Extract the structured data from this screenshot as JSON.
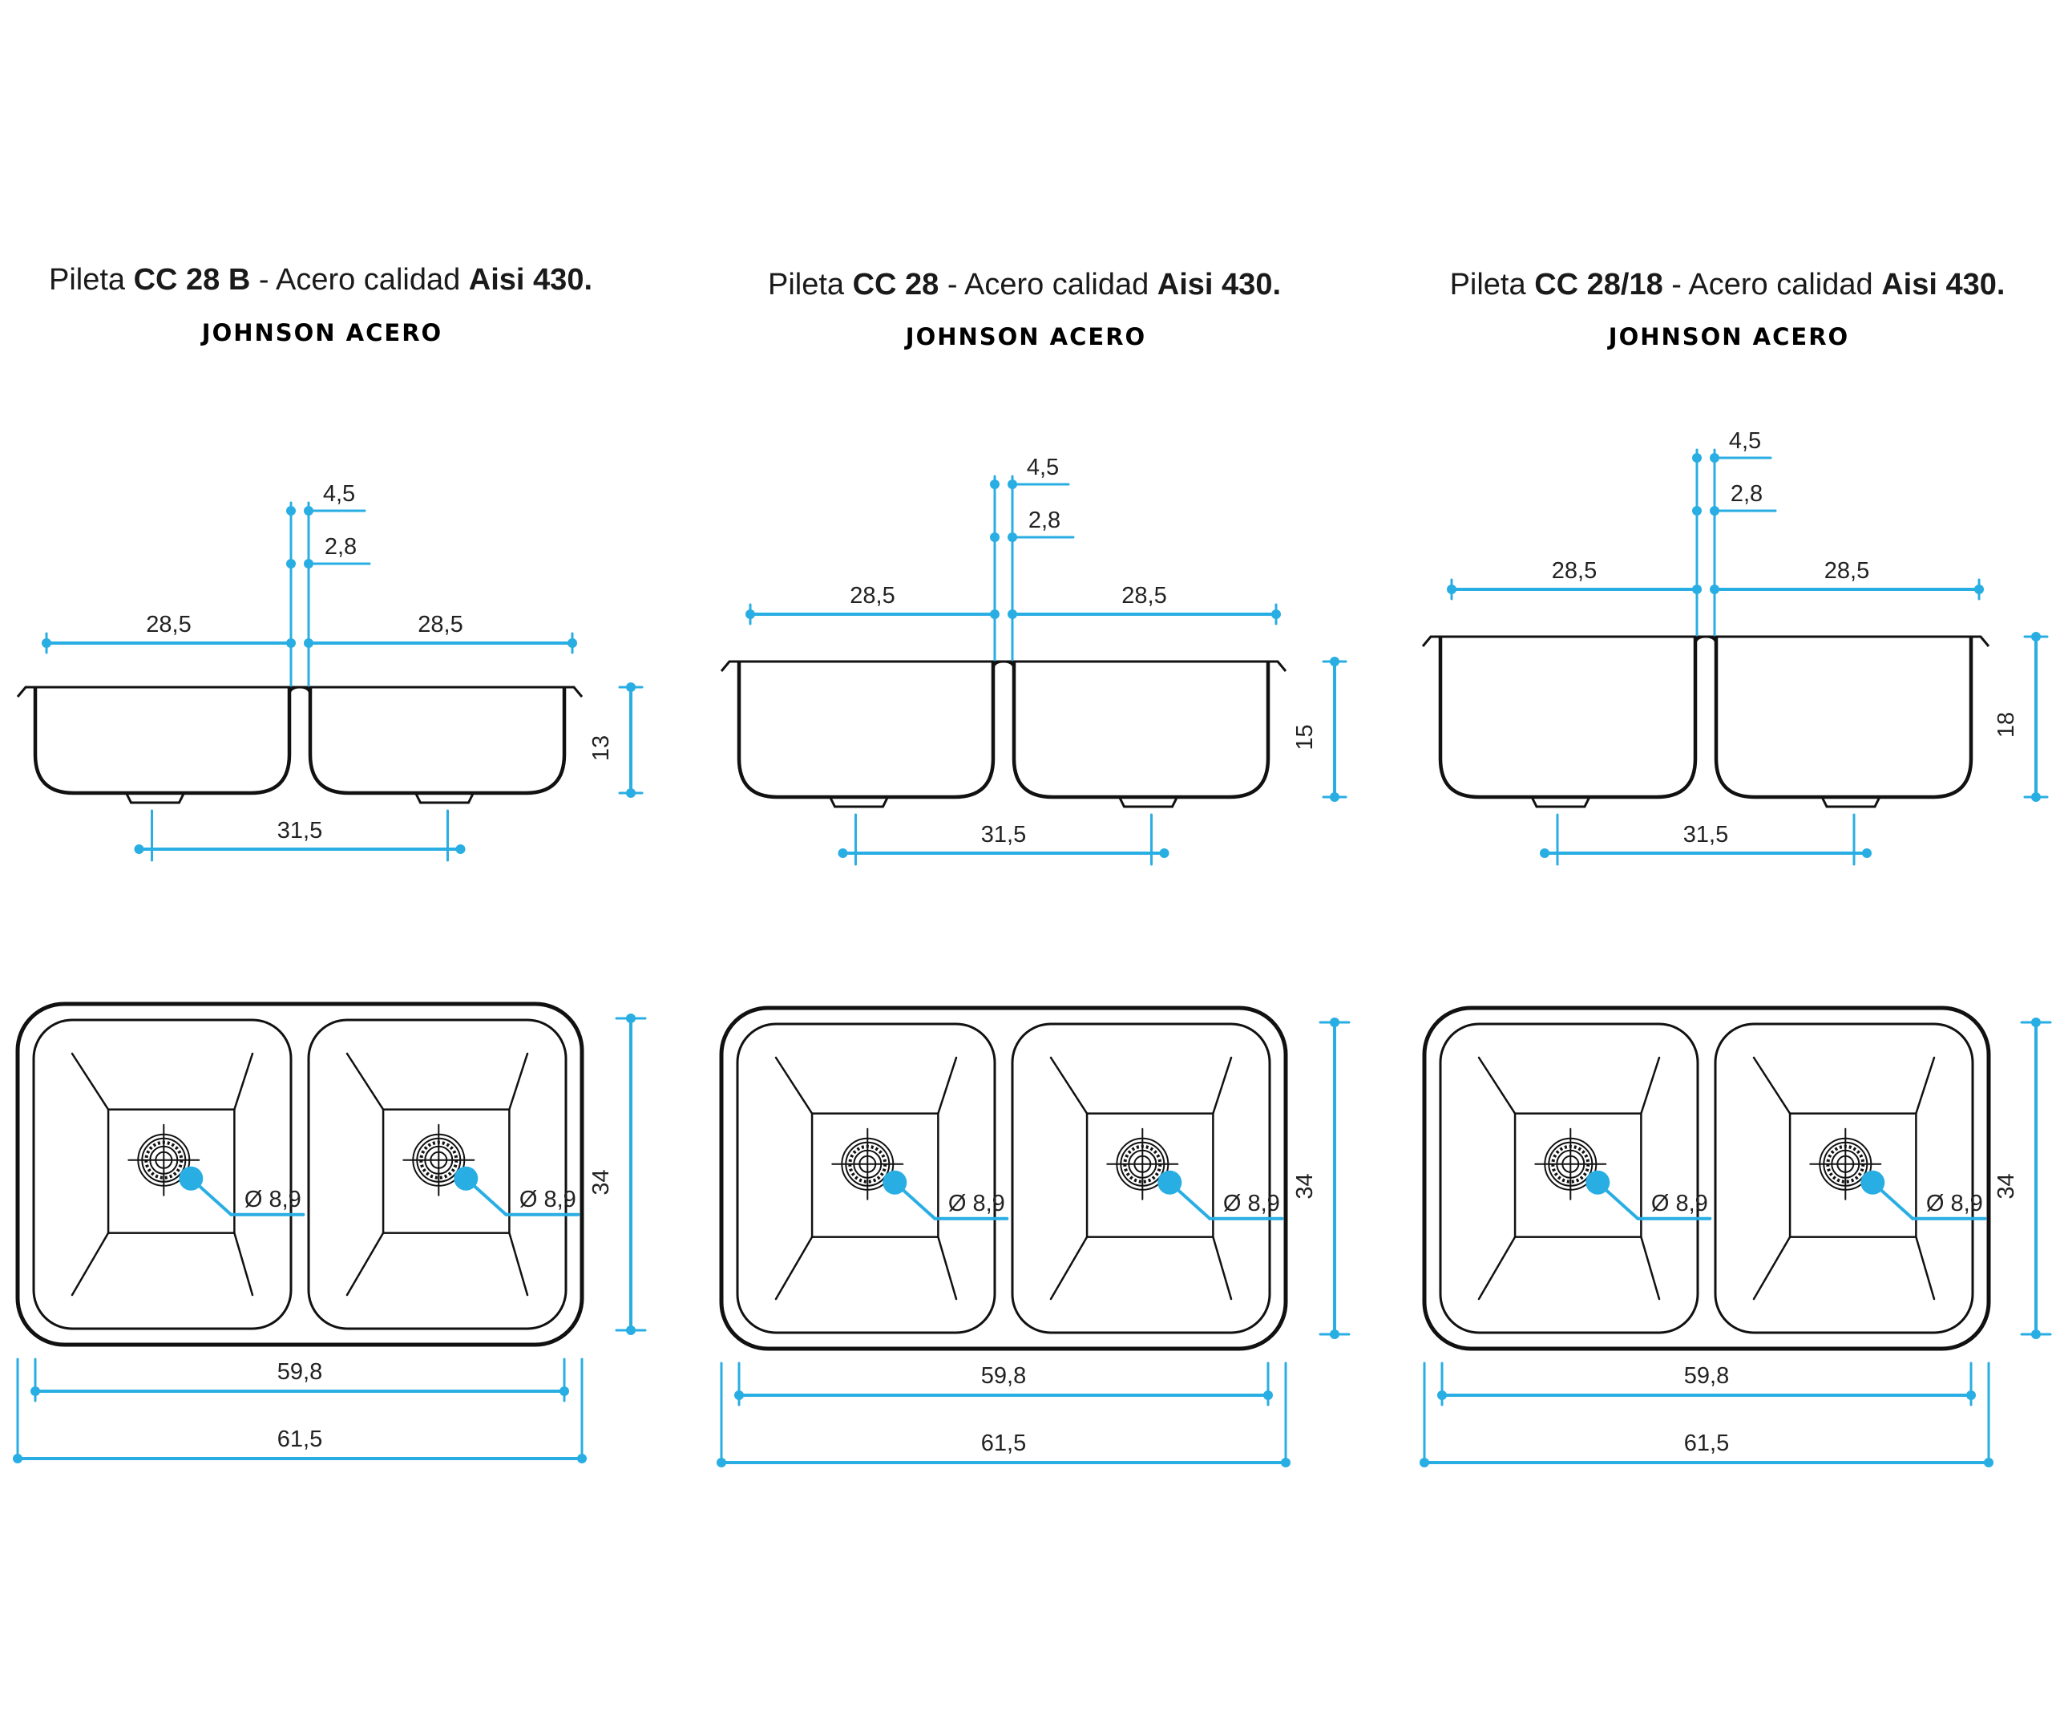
{
  "colors": {
    "dimension": "#29aee3",
    "outline": "#111111",
    "text": "#222222"
  },
  "sinks": [
    {
      "title": {
        "prefix": "Pileta ",
        "model": "CC 28 B",
        "mid": " - Acero calidad ",
        "grade": "Aisi 430."
      },
      "brand": "JOHNSON ACERO",
      "side_view": {
        "flange": "4,5",
        "gap": "2,8",
        "bowl_left_width": "28,5",
        "bowl_right_width": "28,5",
        "depth": "13",
        "drain_spacing": "31,5"
      },
      "top_view": {
        "depth": "34",
        "drain_left": "Ø 8,9",
        "drain_right": "Ø 8,9",
        "inner_width": "59,8",
        "outer_width": "61,5"
      }
    },
    {
      "title": {
        "prefix": "Pileta ",
        "model": "CC 28",
        "mid": " - Acero calidad ",
        "grade": "Aisi 430."
      },
      "brand": "JOHNSON ACERO",
      "side_view": {
        "flange": "4,5",
        "gap": "2,8",
        "bowl_left_width": "28,5",
        "bowl_right_width": "28,5",
        "depth": "15",
        "drain_spacing": "31,5"
      },
      "top_view": {
        "depth": "34",
        "drain_left": "Ø 8,9",
        "drain_right": "Ø 8,9",
        "inner_width": "59,8",
        "outer_width": "61,5"
      }
    },
    {
      "title": {
        "prefix": "Pileta ",
        "model": "CC 28/18",
        "mid": " - Acero calidad ",
        "grade": "Aisi 430."
      },
      "brand": "JOHNSON ACERO",
      "side_view": {
        "flange": "4,5",
        "gap": "2,8",
        "bowl_left_width": "28,5",
        "bowl_right_width": "28,5",
        "depth": "18",
        "drain_spacing": "31,5"
      },
      "top_view": {
        "depth": "34",
        "drain_left": "Ø 8,9",
        "drain_right": "Ø 8,9",
        "inner_width": "59,8",
        "outer_width": "61,5"
      }
    }
  ]
}
